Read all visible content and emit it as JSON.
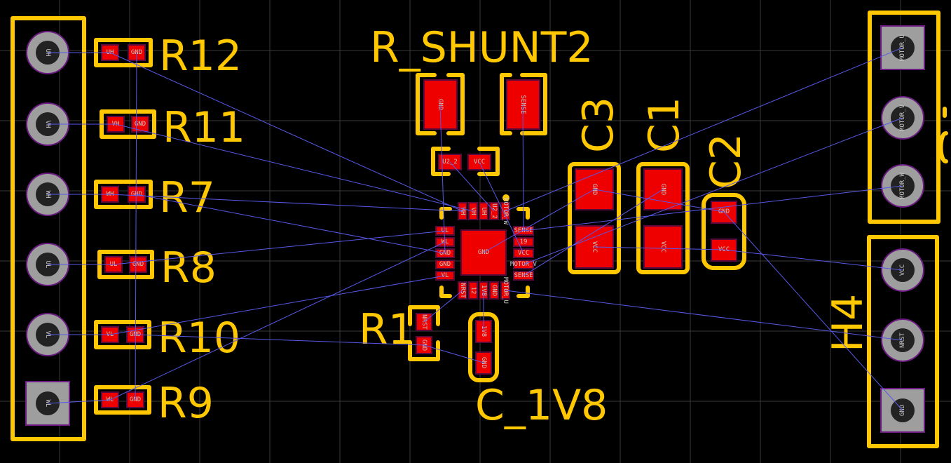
{
  "colors": {
    "background": "#000000",
    "silkscreen": "#ffc800",
    "pad": "#ee0000",
    "through_hole": "#9e9e9e",
    "ratsnest": "#5858e8"
  },
  "left_header": {
    "pins": [
      "UH",
      "VH",
      "WH",
      "UL",
      "VL",
      "WL"
    ]
  },
  "resistors": [
    {
      "ref": "R12",
      "pads": [
        "UH",
        "GND"
      ]
    },
    {
      "ref": "R11",
      "pads": [
        "VH",
        "GND"
      ]
    },
    {
      "ref": "R7",
      "pads": [
        "WH",
        "GND"
      ]
    },
    {
      "ref": "R8",
      "pads": [
        "UL",
        "GND"
      ]
    },
    {
      "ref": "R10",
      "pads": [
        "VL",
        "GND"
      ]
    },
    {
      "ref": "R9",
      "pads": [
        "WL",
        "GND"
      ]
    }
  ],
  "shunt": {
    "ref": "R_SHUNT2",
    "pads": [
      "GND",
      "SENSE"
    ]
  },
  "small_cap": {
    "pads": [
      "U2_2",
      "VCC"
    ]
  },
  "ic": {
    "center": "GND",
    "top": [
      "WH",
      "VH",
      "UH",
      "U2_2",
      "MOTOR_W"
    ],
    "left": [
      "UL",
      "WL",
      "GND",
      "GND",
      "VL"
    ],
    "right": [
      "SENSE",
      "19",
      "VCC",
      "MOTOR_V",
      "SENSE"
    ],
    "bottom": [
      "NRST",
      "12",
      "1V8",
      "GND",
      "MOTOR_U"
    ]
  },
  "c3": {
    "ref": "C3",
    "pads": [
      "GND",
      "VCC"
    ]
  },
  "c1": {
    "ref": "C1",
    "pads": [
      "GND",
      "VCC"
    ]
  },
  "c2": {
    "ref": "C2",
    "pads": [
      "GND",
      "VCC"
    ]
  },
  "r1": {
    "ref": "R1",
    "pads": [
      "NRST",
      "GND"
    ]
  },
  "c1v8": {
    "ref": "C_1V8",
    "pads": [
      "1V8",
      "GND"
    ]
  },
  "motor_header": {
    "pins": [
      "MOTOR_U",
      "MOTOR_V",
      "MOTOR_W"
    ]
  },
  "h4": {
    "ref": "H4",
    "pins": [
      "VCC",
      "NRST",
      "GND"
    ]
  }
}
